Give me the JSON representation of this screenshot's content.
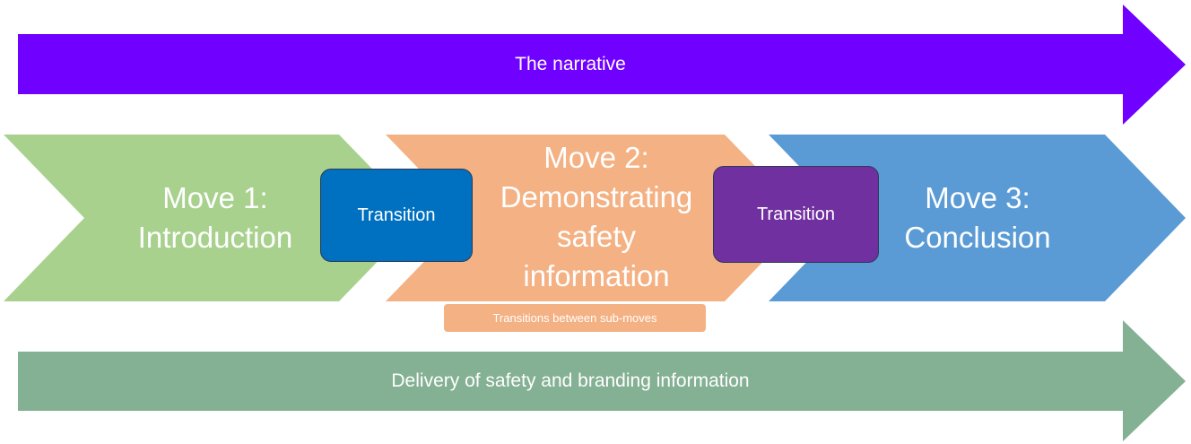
{
  "top_arrow": {
    "label": "The narrative",
    "color": "#7000ff"
  },
  "bottom_arrow": {
    "label": "Delivery of safety and branding information",
    "color": "#84b093"
  },
  "moves": [
    {
      "label": "Move 1: Introduction",
      "color": "#a9d18e"
    },
    {
      "label": "Move 2: Demonstrating safety information",
      "color": "#f4b183"
    },
    {
      "label": "Move 3: Conclusion",
      "color": "#5b9bd5"
    }
  ],
  "transitions": [
    {
      "label": "Transition",
      "color": "#0070c0"
    },
    {
      "label": "Transition",
      "color": "#7030a0"
    }
  ],
  "sub_moves_note": {
    "label": "Transitions between sub-moves",
    "color": "#f4b183"
  }
}
